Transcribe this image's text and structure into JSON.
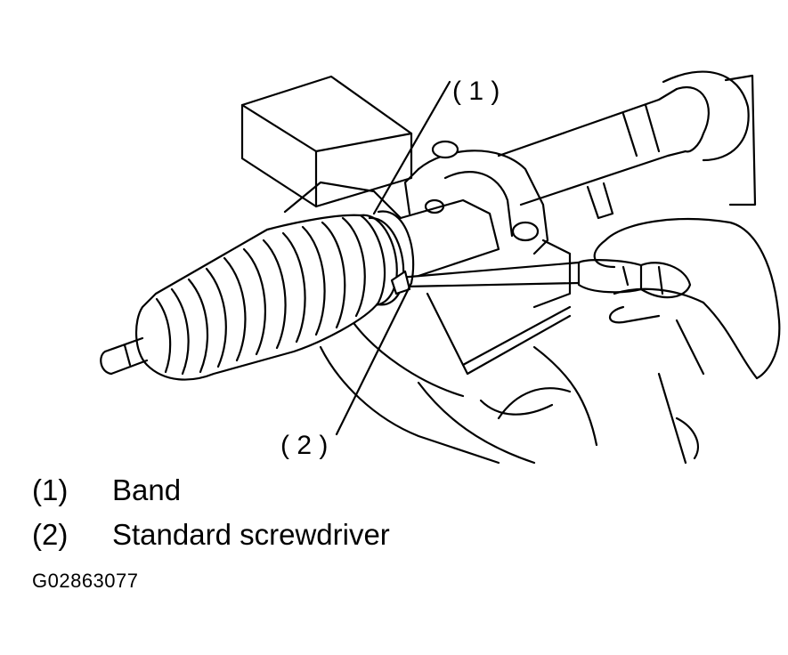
{
  "callouts": [
    {
      "id": "1",
      "text": "( 1 )"
    },
    {
      "id": "2",
      "text": "( 2 )"
    }
  ],
  "legend": [
    {
      "number": "(1)",
      "label": "Band"
    },
    {
      "number": "(2)",
      "label": "Standard screwdriver"
    }
  ],
  "figure_id": "G02863077",
  "colors": {
    "ink": "#000000",
    "paper": "#ffffff"
  }
}
